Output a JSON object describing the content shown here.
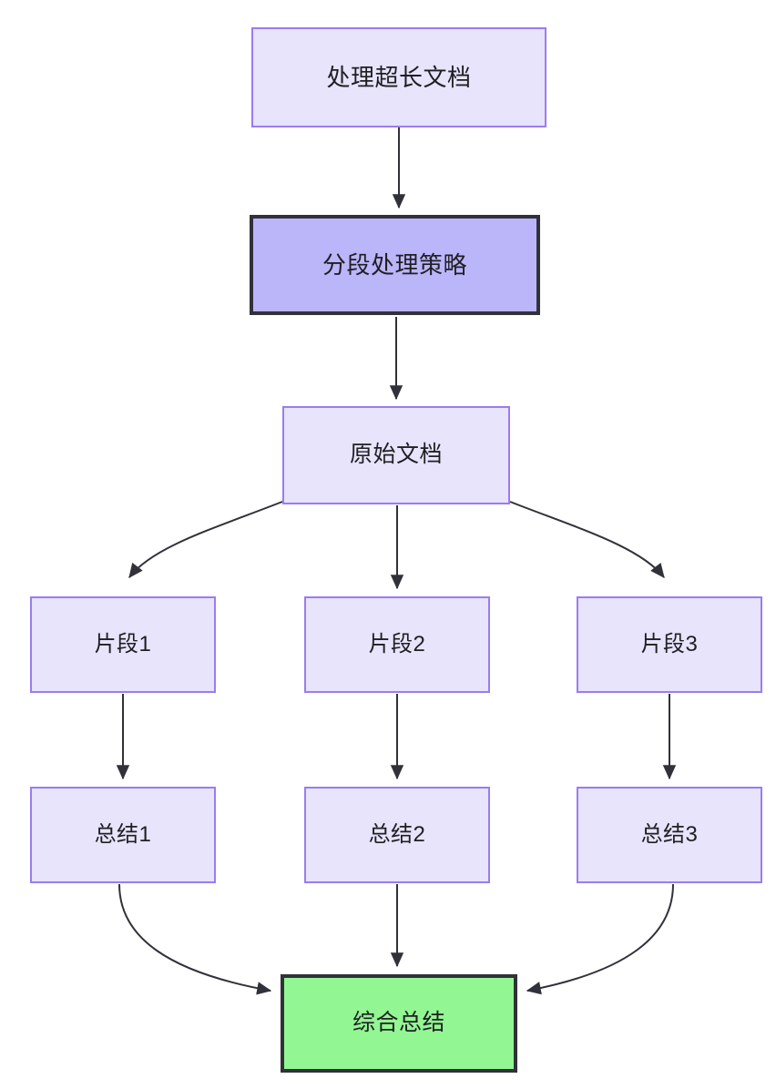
{
  "diagram": {
    "type": "flowchart",
    "direction": "top-to-bottom",
    "background_color": "#ffffff",
    "palette": {
      "light_node_fill": "#e7e4fb",
      "light_node_border": "#9a7cf0",
      "strategy_node_fill": "#bbb5fa",
      "strategy_node_border": "#31313a",
      "final_node_fill": "#92f792",
      "final_node_border": "#31313a",
      "edge_color": "#31313a",
      "text_color": "#1f1f23"
    },
    "nodes": [
      {
        "id": "root",
        "label": "处理超长文档",
        "style": "light"
      },
      {
        "id": "strategy",
        "label": "分段处理策略",
        "style": "strategy"
      },
      {
        "id": "source",
        "label": "原始文档",
        "style": "light"
      },
      {
        "id": "chunk1",
        "label": "片段1",
        "style": "light"
      },
      {
        "id": "chunk2",
        "label": "片段2",
        "style": "light"
      },
      {
        "id": "chunk3",
        "label": "片段3",
        "style": "light"
      },
      {
        "id": "summary1",
        "label": "总结1",
        "style": "light"
      },
      {
        "id": "summary2",
        "label": "总结2",
        "style": "light"
      },
      {
        "id": "summary3",
        "label": "总结3",
        "style": "light"
      },
      {
        "id": "final",
        "label": "综合总结",
        "style": "final"
      }
    ],
    "edges": [
      {
        "from": "root",
        "to": "strategy",
        "shape": "straight"
      },
      {
        "from": "strategy",
        "to": "source",
        "shape": "straight"
      },
      {
        "from": "source",
        "to": "chunk1",
        "shape": "curved"
      },
      {
        "from": "source",
        "to": "chunk2",
        "shape": "straight"
      },
      {
        "from": "source",
        "to": "chunk3",
        "shape": "curved"
      },
      {
        "from": "chunk1",
        "to": "summary1",
        "shape": "straight"
      },
      {
        "from": "chunk2",
        "to": "summary2",
        "shape": "straight"
      },
      {
        "from": "chunk3",
        "to": "summary3",
        "shape": "straight"
      },
      {
        "from": "summary1",
        "to": "final",
        "shape": "curved"
      },
      {
        "from": "summary2",
        "to": "final",
        "shape": "straight"
      },
      {
        "from": "summary3",
        "to": "final",
        "shape": "curved"
      }
    ]
  }
}
